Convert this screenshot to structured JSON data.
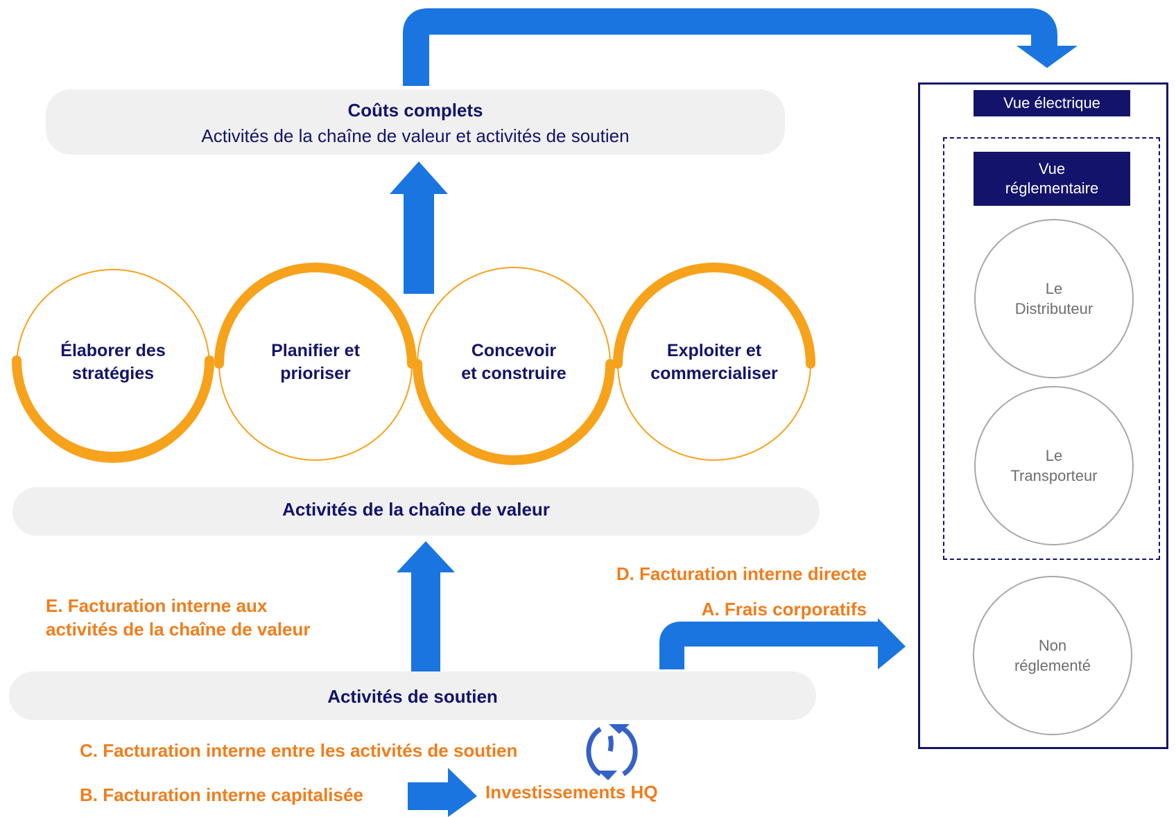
{
  "full_costs": {
    "title": "Coûts complets",
    "subtitle": "Activités de la chaîne de valeur et activités de soutien"
  },
  "value_chain_steps": [
    {
      "line1": "Élaborer des",
      "line2": "stratégies"
    },
    {
      "line1": "Planifier et",
      "line2": "prioriser"
    },
    {
      "line1": "Concevoir",
      "line2": "et construire"
    },
    {
      "line1": "Exploiter et",
      "line2": "commercialiser"
    }
  ],
  "value_chain_label": "Activités de la chaîne de valeur",
  "support_label": "Activités de soutien",
  "billing": {
    "e_line1": "E. Facturation interne aux",
    "e_line2": "activités de la chaîne de valeur",
    "d": "D. Facturation interne directe",
    "a": "A. Frais corporatifs",
    "c": "C. Facturation interne entre les activités de soutien",
    "b": "B. Facturation interne capitalisée",
    "hq": "Investissements HQ"
  },
  "right_panel": {
    "electric_view": "Vue électrique",
    "regulatory_view_line1": "Vue",
    "regulatory_view_line2": "réglementaire",
    "distributor_line1": "Le",
    "distributor_line2": "Distributeur",
    "transporter_line1": "Le",
    "transporter_line2": "Transporteur",
    "unregulated_line1": "Non",
    "unregulated_line2": "réglementé"
  },
  "colors": {
    "navy": "#13136b",
    "orange": "#f7a21b",
    "orange_text": "#f07d1c",
    "blue_arrow": "#1a75e0",
    "pill_gray": "#f0f0f0",
    "circle_gray": "#a8a8a8"
  },
  "icons": [
    "arrow-up-icon",
    "arrow-right-icon",
    "arrow-down-icon",
    "cycle-icon"
  ]
}
